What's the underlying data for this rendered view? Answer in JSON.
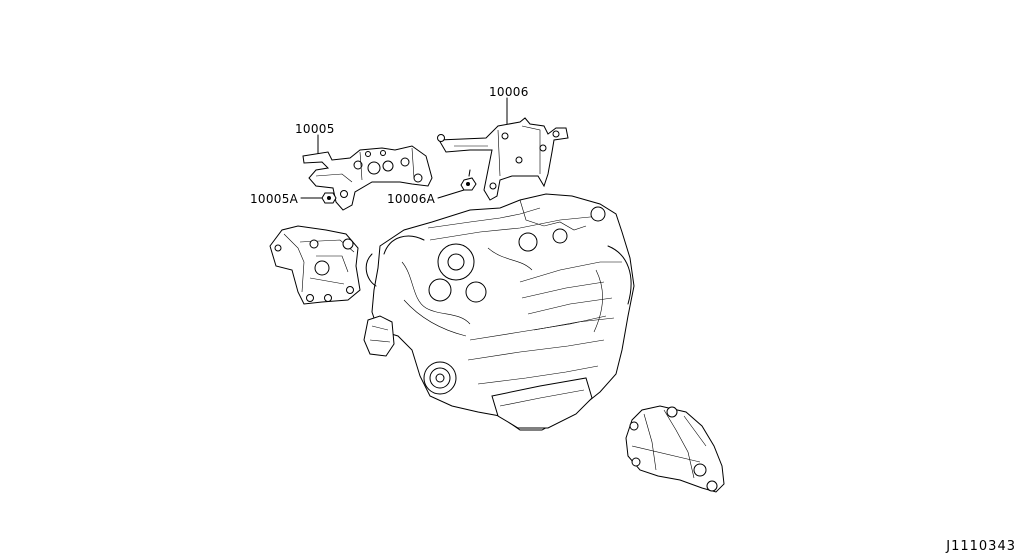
{
  "callouts": [
    {
      "id": "bracket-10006",
      "text": "10006"
    },
    {
      "id": "bracket-10005",
      "text": "10005"
    },
    {
      "id": "bolt-10005A",
      "text": "10005A"
    },
    {
      "id": "bolt-10006A",
      "text": "10006A"
    }
  ],
  "reference_code": "J1110343"
}
